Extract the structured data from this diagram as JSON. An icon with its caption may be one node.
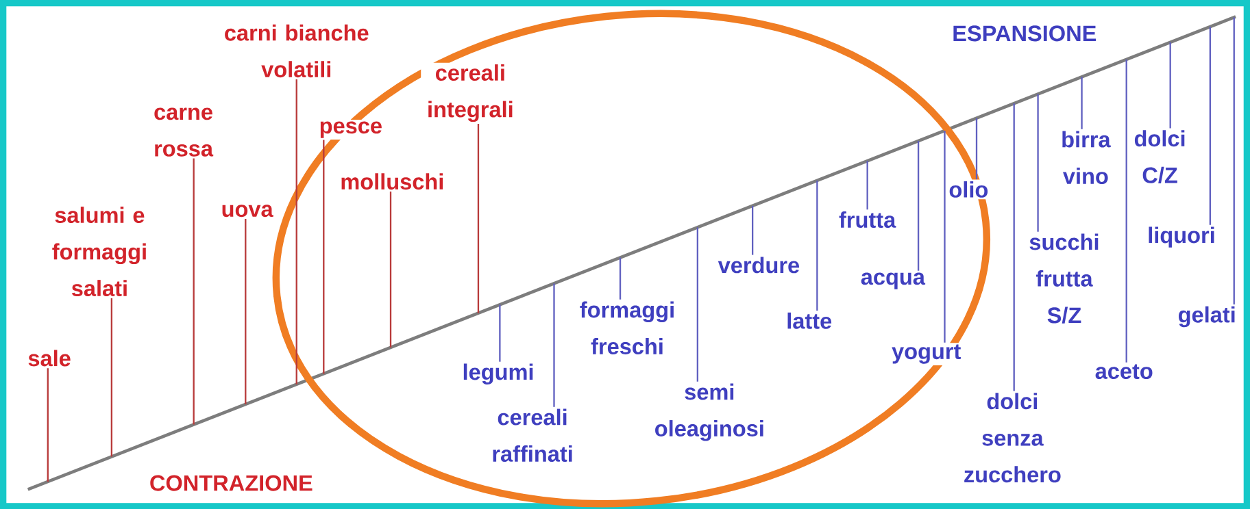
{
  "diagram": {
    "nodes": [
      {
        "text": [
          "sale"
        ]
      },
      {
        "text": [
          "salumi e formaggi salati"
        ]
      },
      {
        "text": [
          "carne rossa"
        ]
      },
      {
        "text": [
          "uova"
        ]
      },
      {
        "text": [
          "carni bianche volatili"
        ]
      },
      {
        "text": [
          "pesce"
        ]
      },
      {
        "text": [
          "molluschi"
        ]
      },
      {
        "text": [
          "cereali integrali"
        ]
      },
      {
        "text": [
          "legumi"
        ]
      },
      {
        "text": [
          "cereali raffinati"
        ]
      },
      {
        "text": [
          "formaggi freschi"
        ]
      },
      {
        "text": [
          "semi oleaginosi"
        ]
      },
      {
        "text": [
          "verdure"
        ]
      },
      {
        "text": [
          "latte"
        ]
      },
      {
        "text": [
          "frutta"
        ]
      },
      {
        "text": [
          "acqua"
        ]
      },
      {
        "text": [
          "yogurt"
        ]
      },
      {
        "text": [
          "olio"
        ]
      },
      {
        "text": [
          "dolci senza zucchero"
        ]
      },
      {
        "text": [
          "succhi frutta S/Z"
        ]
      },
      {
        "text": [
          "birra vino"
        ]
      },
      {
        "text": [
          "aceto"
        ]
      },
      {
        "text": [
          "dolci C/Z"
        ]
      },
      {
        "text": [
          "liquori"
        ]
      },
      {
        "text": [
          "gelati"
        ]
      }
    ],
    "edges": [
      {
        "from": 0,
        "to": null,
        "arrow": "none",
        "color": "#b83a3a"
      },
      {
        "from": 1,
        "to": null,
        "arrow": "none",
        "color": "#b83a3a"
      },
      {
        "from": 2,
        "to": null,
        "arrow": "none",
        "color": "#b83a3a"
      },
      {
        "from": 3,
        "to": null,
        "arrow": "none",
        "color": "#b83a3a"
      },
      {
        "from": 4,
        "to": null,
        "arrow": "none",
        "color": "#b83a3a"
      },
      {
        "from": 5,
        "to": null,
        "arrow": "none",
        "color": "#b83a3a"
      },
      {
        "from": 6,
        "to": null,
        "arrow": "none",
        "color": "#b83a3a"
      },
      {
        "from": 7,
        "to": null,
        "arrow": "none",
        "color": "#b83a3a"
      },
      {
        "from": 8,
        "to": null,
        "arrow": "none"
      },
      {
        "from": 9,
        "to": null,
        "arrow": "none"
      },
      {
        "from": 10,
        "to": null,
        "arrow": "none"
      },
      {
        "from": 11,
        "to": null,
        "arrow": "none"
      },
      {
        "from": 12,
        "to": null,
        "arrow": "none"
      },
      {
        "from": 13,
        "to": null,
        "arrow": "none"
      },
      {
        "from": 14,
        "to": null,
        "arrow": "none"
      },
      {
        "from": 15,
        "to": null,
        "arrow": "none"
      },
      {
        "from": 16,
        "to": null,
        "arrow": "none"
      },
      {
        "from": 17,
        "to": null,
        "arrow": "none"
      },
      {
        "from": 18,
        "to": null,
        "arrow": "none"
      },
      {
        "from": 19,
        "to": null,
        "arrow": "none"
      },
      {
        "from": 20,
        "to": null,
        "arrow": "none"
      },
      {
        "from": 21,
        "to": null,
        "arrow": "none"
      },
      {
        "from": 22,
        "to": null,
        "arrow": "none"
      },
      {
        "from": 23,
        "to": null,
        "arrow": "none"
      },
      {
        "from": 24,
        "to": null,
        "arrow": "none"
      }
    ],
    "labels": [
      "ESPANSIONE",
      "CONTRAZIONE"
    ]
  }
}
